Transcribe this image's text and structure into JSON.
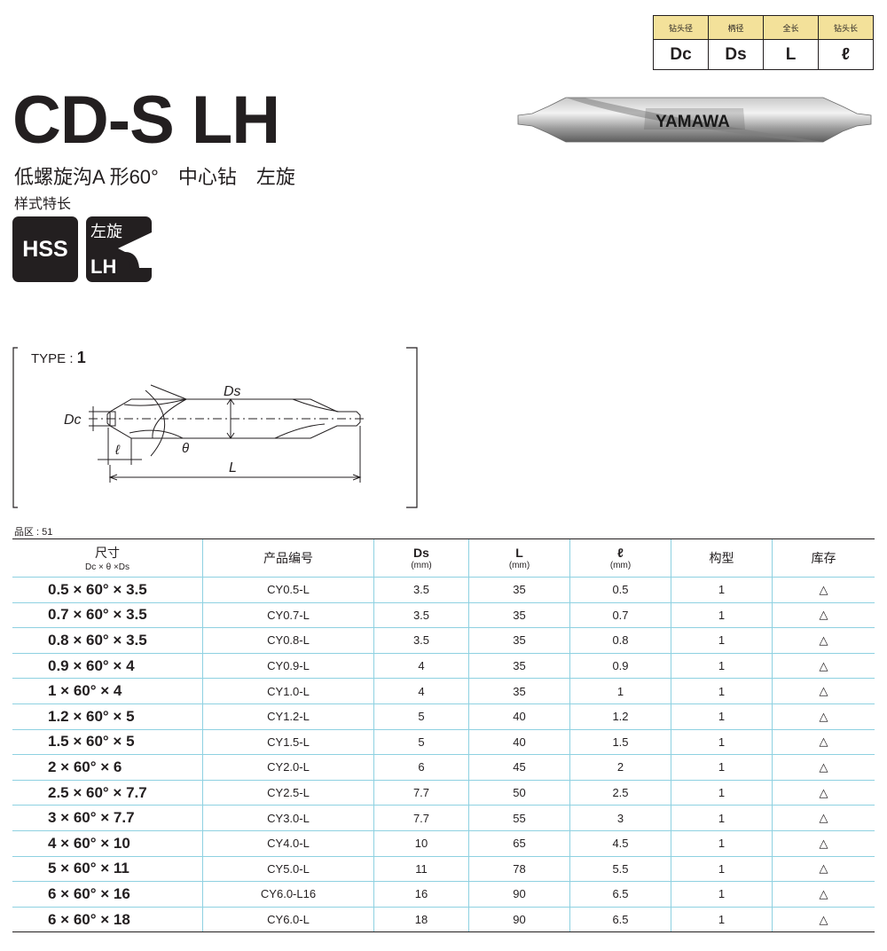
{
  "legend": {
    "headers": [
      "钻头径",
      "柄径",
      "全长",
      "钻头长"
    ],
    "symbols": [
      "Dc",
      "Ds",
      "L",
      "ℓ"
    ],
    "header_bg": "#f3e19a"
  },
  "product": {
    "code": "CD-S LH",
    "subtitle": "低螺旋沟A 形60°　中心钻　左旋",
    "style_note": "样式特长"
  },
  "badges": {
    "hss": "HSS",
    "lh_top": "左旋",
    "lh_bottom": "LH"
  },
  "photo": {
    "brand": "YAMAWA"
  },
  "diagram": {
    "type_label": "TYPE :",
    "type_number": "1",
    "labels": {
      "ds": "Ds",
      "dc": "Dc",
      "ell": "ℓ",
      "theta": "θ",
      "L": "L"
    }
  },
  "region_note": "品区 : 51",
  "table": {
    "headers": {
      "size": "尺寸",
      "size_sub": "Dc × θ ×Ds",
      "code": "产品编号",
      "ds": "Ds",
      "ds_unit": "(mm)",
      "l": "L",
      "l_unit": "(mm)",
      "ell": "ℓ",
      "ell_unit": "(mm)",
      "type": "构型",
      "stock": "库存"
    },
    "accent_color": "#8ed1e1",
    "rows": [
      {
        "size": "0.5 × 60° × 3.5",
        "code": "CY0.5-L",
        "ds": "3.5",
        "l": "35",
        "ell": "0.5",
        "type": "1",
        "stock": "△"
      },
      {
        "size": "0.7 × 60° × 3.5",
        "code": "CY0.7-L",
        "ds": "3.5",
        "l": "35",
        "ell": "0.7",
        "type": "1",
        "stock": "△"
      },
      {
        "size": "0.8 × 60° × 3.5",
        "code": "CY0.8-L",
        "ds": "3.5",
        "l": "35",
        "ell": "0.8",
        "type": "1",
        "stock": "△"
      },
      {
        "size": "0.9 × 60° × 4",
        "code": "CY0.9-L",
        "ds": "4",
        "l": "35",
        "ell": "0.9",
        "type": "1",
        "stock": "△"
      },
      {
        "size": "1 × 60° × 4",
        "code": "CY1.0-L",
        "ds": "4",
        "l": "35",
        "ell": "1",
        "type": "1",
        "stock": "△"
      },
      {
        "size": "1.2 × 60° × 5",
        "code": "CY1.2-L",
        "ds": "5",
        "l": "40",
        "ell": "1.2",
        "type": "1",
        "stock": "△"
      },
      {
        "size": "1.5 × 60° × 5",
        "code": "CY1.5-L",
        "ds": "5",
        "l": "40",
        "ell": "1.5",
        "type": "1",
        "stock": "△"
      },
      {
        "size": "2 × 60° × 6",
        "code": "CY2.0-L",
        "ds": "6",
        "l": "45",
        "ell": "2",
        "type": "1",
        "stock": "△"
      },
      {
        "size": "2.5 × 60° × 7.7",
        "code": "CY2.5-L",
        "ds": "7.7",
        "l": "50",
        "ell": "2.5",
        "type": "1",
        "stock": "△"
      },
      {
        "size": "3 × 60° × 7.7",
        "code": "CY3.0-L",
        "ds": "7.7",
        "l": "55",
        "ell": "3",
        "type": "1",
        "stock": "△"
      },
      {
        "size": "4 × 60° × 10",
        "code": "CY4.0-L",
        "ds": "10",
        "l": "65",
        "ell": "4.5",
        "type": "1",
        "stock": "△"
      },
      {
        "size": "5 × 60° × 11",
        "code": "CY5.0-L",
        "ds": "11",
        "l": "78",
        "ell": "5.5",
        "type": "1",
        "stock": "△"
      },
      {
        "size": "6 × 60° × 16",
        "code": "CY6.0-L16",
        "ds": "16",
        "l": "90",
        "ell": "6.5",
        "type": "1",
        "stock": "△"
      },
      {
        "size": "6 × 60° × 18",
        "code": "CY6.0-L",
        "ds": "18",
        "l": "90",
        "ell": "6.5",
        "type": "1",
        "stock": "△"
      }
    ]
  }
}
